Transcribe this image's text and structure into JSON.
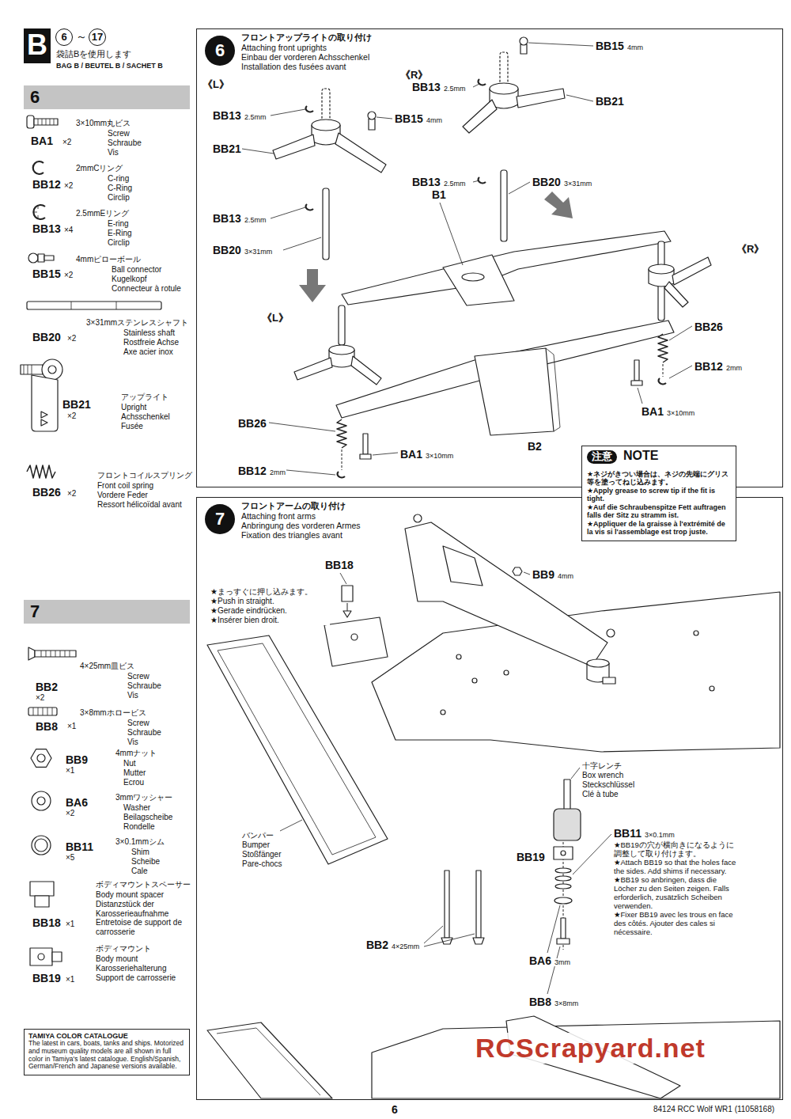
{
  "diagram": {
    "nodes": [
      {
        "text": [
          "B"
        ]
      },
      {
        "text": [
          "6"
        ]
      },
      {
        "text": [
          "7"
        ]
      },
      {
        "text": [
          "6",
          "フロントアップライトの取り付け",
          "Attaching front uprights",
          "Einbau der vorderen Achsschenkel",
          "Installation des fusées avant"
        ]
      },
      {
        "text": [
          "注意",
          "NOTE",
          "★ネジがきつい場合は、ネジの先端にグリス等を塗ってねじ込みます。",
          "★Apply grease to screw tip if the fit is tight.",
          "★Auf die Schraubenspitze Fett auftragen falls der Sitz zu stramm ist.",
          "★Appliquer de la graisse à l'extrémité de la vis si l'assemblage est trop juste."
        ]
      },
      {
        "text": [
          "7",
          "フロントアームの取り付け",
          "Attaching front arms",
          "Anbringung des vorderen Armes",
          "Fixation des triangles avant"
        ]
      },
      {
        "text": [
          "TAMIYA COLOR CATALOGUE",
          "The latest in cars, boats, tanks and ships. Motorized and museum quality models are all shown in full color in Tamiya's latest catalogue. English/Spanish, German/French and Japanese versions available."
        ]
      }
    ],
    "labels": [
      "6",
      "～",
      "17",
      "袋詰Bを使用します",
      "BAG B / BEUTEL B / SACHET B",
      "BA1",
      "×2",
      "3×10mm丸ビス",
      "Screw",
      "Schraube",
      "Vis",
      "BB12",
      "×2",
      "2mmCリング",
      "C-ring",
      "C-Ring",
      "Circlip",
      "BB13",
      "×4",
      "2.5mmEリング",
      "E-ring",
      "E-Ring",
      "Circlip",
      "BB15",
      "×2",
      "4mmピローボール",
      "Ball connector",
      "Kugelkopf",
      "Connecteur à rotule",
      "BB20",
      "×2",
      "3×31mmステンレスシャフト",
      "Stainless shaft",
      "Rostfreie Achse",
      "Axe acier inox",
      "BB21",
      "×2",
      "アップライト",
      "Upright",
      "Achsschenkel",
      "Fusée",
      "BB26",
      "×2",
      "フロントコイルスプリング",
      "Front coil spring",
      "Vordere Feder",
      "Ressort hélicoïdal avant",
      "BB2",
      "×2",
      "4×25mm皿ビス",
      "Screw",
      "Schraube",
      "Vis",
      "BB8",
      "×1",
      "3×8mmホロービス",
      "Screw",
      "Schraube",
      "Vis",
      "BB9",
      "×1",
      "4mmナット",
      "Nut",
      "Mutter",
      "Ecrou",
      "BA6",
      "×2",
      "3mmワッシャー",
      "Washer",
      "Beilagscheibe",
      "Rondelle",
      "BB11",
      "×5",
      "3×0.1mmシム",
      "Shim",
      "Scheibe",
      "Cale",
      "BB18",
      "×1",
      "ボディマウントスペーサー",
      "Body mount spacer",
      "Distanzstück der Karosserieaufnahme",
      "Entretoise de support de carrosserie",
      "BB19",
      "×1",
      "ボディマウント",
      "Body mount",
      "Karosseriehalterung",
      "Support de carrosserie",
      "《R》",
      "BB15",
      "4mm",
      "BB13",
      "2.5mm",
      "BB21",
      "BB13",
      "2.5mm",
      "BB20",
      "3×31mm",
      "《L》",
      "BB13",
      "2.5mm",
      "BB15",
      "4mm",
      "BB21",
      "BB13",
      "2.5mm",
      "BB20",
      "3×31mm",
      "B1",
      "《R》",
      "《L》",
      "BB26",
      "BB12",
      "2mm",
      "BA1",
      "3×10mm",
      "B2",
      "BB26",
      "BB12",
      "2mm",
      "BA1",
      "3×10mm",
      "BB18",
      "BB9",
      "4mm",
      "★まっすぐに押し込みます。",
      "★Push in straight.",
      "★Gerade eindrücken.",
      "★Insérer bien droit.",
      "バンパー",
      "Bumper",
      "Stoßfänger",
      "Pare-chocs",
      "十字レンチ",
      "Box wrench",
      "Steckschlüssel",
      "Clé à tube",
      "BB11",
      "3×0.1mm",
      "★BB19の穴が横向きになるように調整して取り付けます。",
      "★Attach BB19 so that the holes face the sides. Add shims if necessary.",
      "★BB19 so anbringen, dass die Löcher zu den Seiten zeigen. Falls erforderlich, zusätzlich Scheiben verwenden.",
      "★Fixer BB19 avec les trous en face des côtés. Ajouter des cales si nécessaire.",
      "BB19",
      "BB2",
      "4×25mm",
      "BA6",
      "3mm",
      "BB8",
      "3×8mm",
      "6",
      "84124 RCC Wolf WR1 (11058168)",
      "RCScrapyard.net"
    ]
  }
}
